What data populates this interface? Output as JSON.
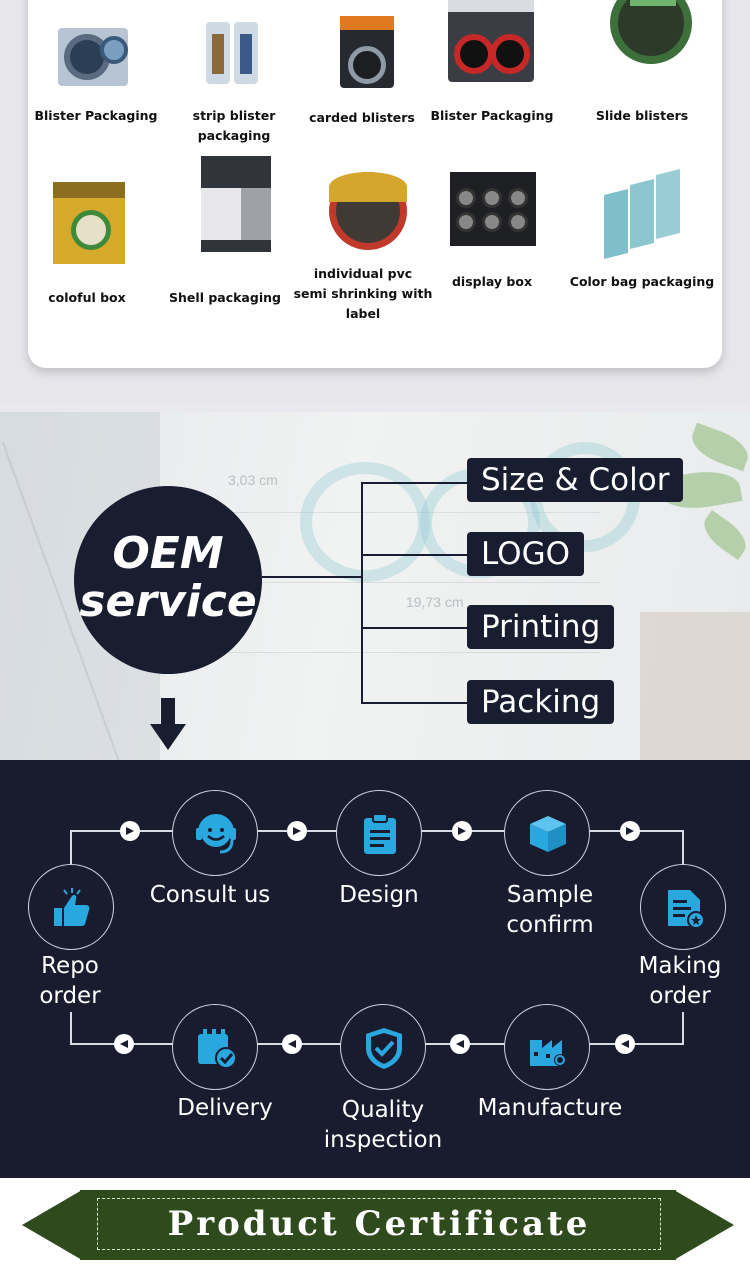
{
  "packaging": {
    "row1": [
      {
        "label": "Blister Packaging",
        "icon": "blister-tape-icon"
      },
      {
        "label": "strip blister packaging",
        "icon": "strip-blister-icon"
      },
      {
        "label": "carded blisters",
        "icon": "carded-blister-icon"
      },
      {
        "label": "Blister Packaging",
        "icon": "blister-pack-icon"
      },
      {
        "label": "Slide blisters",
        "icon": "slide-blister-icon"
      }
    ],
    "row2": [
      {
        "label": "coloful box",
        "icon": "color-box-icon"
      },
      {
        "label": "Shell packaging",
        "icon": "shell-pack-icon"
      },
      {
        "label": "individual pvc",
        "label2": "semi shrinking with label",
        "icon": "pvc-roll-icon"
      },
      {
        "label": "display box",
        "icon": "display-box-icon"
      },
      {
        "label": "Color bag packaging",
        "icon": "color-bag-icon"
      }
    ]
  },
  "oem": {
    "title_line1": "OEM",
    "title_line2": "service",
    "background_texts": [
      "3,03 cm",
      "19,73 cm"
    ],
    "options": [
      "Size & Color",
      "LOGO",
      "Printing",
      "Packing"
    ]
  },
  "process": {
    "steps": [
      {
        "label": "Consult us",
        "icon": "headset-icon"
      },
      {
        "label": "Design",
        "icon": "clipboard-icon"
      },
      {
        "label": "Sample confirm",
        "line1": "Sample",
        "line2": "confirm",
        "icon": "box-icon"
      },
      {
        "label": "Making order",
        "line1": "Making",
        "line2": "order",
        "icon": "document-icon"
      },
      {
        "label": "Manufacture",
        "icon": "factory-icon"
      },
      {
        "label": "Quality inspection",
        "line1": "Quality",
        "line2": "inspection",
        "icon": "shield-check-icon"
      },
      {
        "label": "Delivery",
        "icon": "calendar-check-icon"
      },
      {
        "label": "Repo order",
        "line1": "Repo",
        "line2": "order",
        "icon": "thumbs-up-icon"
      }
    ]
  },
  "certificate": {
    "title": "Product Certificate"
  },
  "colors": {
    "navy": "#181c2e",
    "accent_blue": "#29a8e0",
    "ribbon_green": "#2f4b1e"
  }
}
